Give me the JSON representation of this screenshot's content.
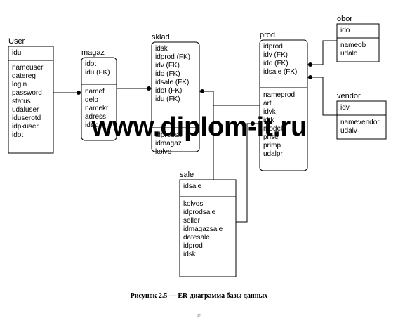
{
  "diagram": {
    "entities": [
      {
        "id": "user",
        "title": "User",
        "keys": [
          "idu"
        ],
        "attributes": [
          "nameuser",
          "datereg",
          "login",
          "password",
          "status",
          "udaluser",
          "iduserotd",
          "idpkuser",
          "idot"
        ]
      },
      {
        "id": "magaz",
        "title": "magaz",
        "keys": [
          "idot",
          "idu (FK)"
        ],
        "attributes": [
          "namef",
          "delo",
          "namekr",
          "adress",
          "idsk"
        ]
      },
      {
        "id": "sklad",
        "title": "sklad",
        "keys": [
          "idsk",
          "idprod (FK)",
          "idv (FK)",
          "ido (FK)",
          "idsale (FK)",
          "idot (FK)",
          "idu (FK)"
        ],
        "attributes": [
          "idprodsk",
          "idmagaz",
          "kolvo"
        ]
      },
      {
        "id": "prod",
        "title": "prod",
        "keys": [
          "idprod",
          "idv (FK)",
          "ido (FK)",
          "idsale (FK)"
        ],
        "attributes": [
          "nameprod",
          "art",
          "idvk",
          "idtk",
          "model",
          "prise",
          "primp",
          "udalpr"
        ]
      },
      {
        "id": "obor",
        "title": "obor",
        "keys": [
          "ido"
        ],
        "attributes": [
          "nameob",
          "udalo"
        ]
      },
      {
        "id": "vendor",
        "title": "vendor",
        "keys": [
          "idv"
        ],
        "attributes": [
          "namevendor",
          "udalv"
        ]
      },
      {
        "id": "sale",
        "title": "sale",
        "keys": [
          "idsale"
        ],
        "attributes": [
          "kolvos",
          "idprodsale",
          "seller",
          "idmagazsale",
          "datesale",
          "idprod",
          "idsk"
        ]
      }
    ],
    "watermark": "www.diplom-it.ru",
    "watermark_color": "#e00000"
  },
  "caption": "Рисунок 2.5 — ER-диаграмма базы данных",
  "page_number": "45"
}
